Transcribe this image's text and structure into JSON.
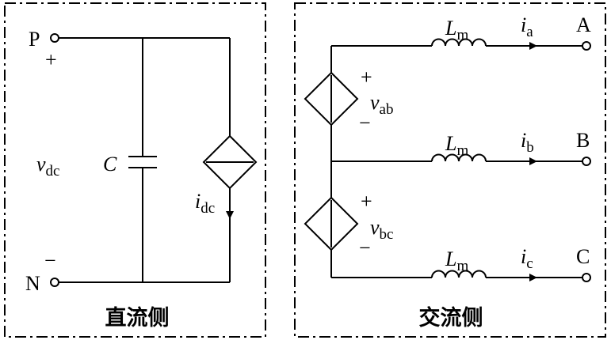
{
  "dc_side": {
    "caption": "直流侧",
    "terminal_p": "P",
    "terminal_n": "N",
    "plus_sign": "+",
    "minus_sign": "−",
    "voltage_symbol": "v",
    "voltage_sub": "dc",
    "capacitor_label": "C",
    "current_symbol": "i",
    "current_sub": "dc"
  },
  "ac_side": {
    "caption": "交流侧",
    "source_ab": {
      "plus": "+",
      "minus": "−",
      "symbol": "v",
      "sub": "ab"
    },
    "source_bc": {
      "plus": "+",
      "minus": "−",
      "symbol": "v",
      "sub": "bc"
    },
    "phases": [
      {
        "inductor_symbol": "L",
        "inductor_sub": "m",
        "current_symbol": "i",
        "current_sub": "a",
        "terminal": "A"
      },
      {
        "inductor_symbol": "L",
        "inductor_sub": "m",
        "current_symbol": "i",
        "current_sub": "b",
        "terminal": "B"
      },
      {
        "inductor_symbol": "L",
        "inductor_sub": "m",
        "current_symbol": "i",
        "current_sub": "c",
        "terminal": "C"
      }
    ]
  }
}
